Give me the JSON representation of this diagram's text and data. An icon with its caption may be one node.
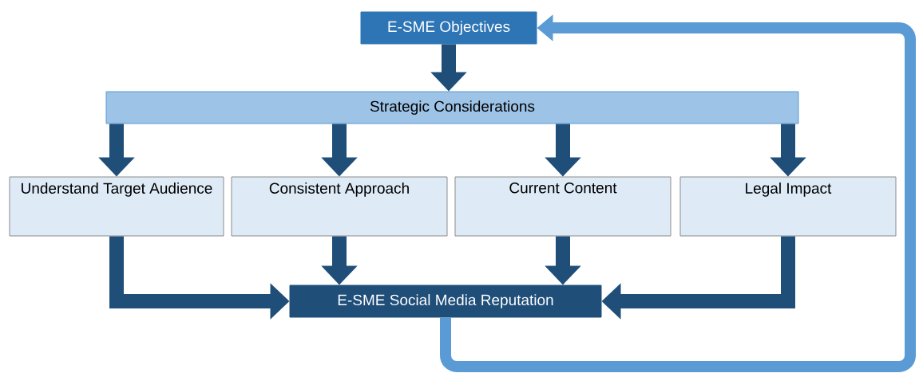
{
  "diagram": {
    "nodes": [
      {
        "text": [
          "E-SME Objectives"
        ]
      },
      {
        "text": [
          "Strategic Considerations"
        ]
      },
      {
        "text": [
          "Understand Target Audience"
        ]
      },
      {
        "text": [
          "Consistent Approach"
        ]
      },
      {
        "text": [
          "Current Content"
        ]
      },
      {
        "text": [
          "Legal Impact"
        ]
      },
      {
        "text": [
          "E-SME Social Media Reputation"
        ]
      }
    ],
    "edges": [
      {
        "from": 0,
        "to": 1,
        "arrow": "to"
      },
      {
        "from": 1,
        "to": 2,
        "arrow": "to"
      },
      {
        "from": 1,
        "to": 3,
        "arrow": "to"
      },
      {
        "from": 1,
        "to": 4,
        "arrow": "to"
      },
      {
        "from": 1,
        "to": 5,
        "arrow": "to"
      },
      {
        "from": 2,
        "to": 6,
        "arrow": "to"
      },
      {
        "from": 3,
        "to": 6,
        "arrow": "to"
      },
      {
        "from": 4,
        "to": 6,
        "arrow": "to"
      },
      {
        "from": 5,
        "to": 6,
        "arrow": "to"
      },
      {
        "from": 6,
        "to": 0,
        "arrow": "to",
        "color": "#5b9bd5"
      }
    ]
  }
}
